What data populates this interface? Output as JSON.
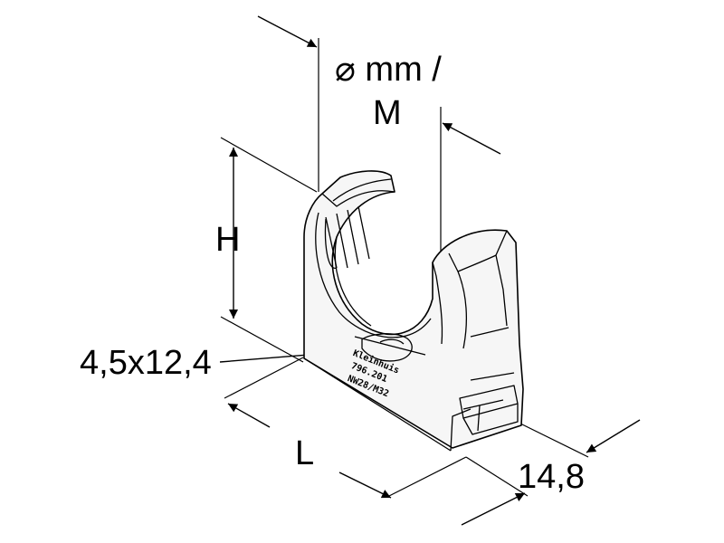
{
  "dimensions": {
    "diameter_label": "⌀ mm /",
    "thread_label": "M",
    "height_label": "H",
    "slot_label": "4,5x12,4",
    "length_label": "L",
    "width_label": "14,8"
  },
  "part_stamp": [
    "Kleinhuis",
    "796.201",
    "NW28/M32"
  ],
  "colors": {
    "line": "#000000",
    "background": "#ffffff",
    "body": "#f6f6f6"
  }
}
